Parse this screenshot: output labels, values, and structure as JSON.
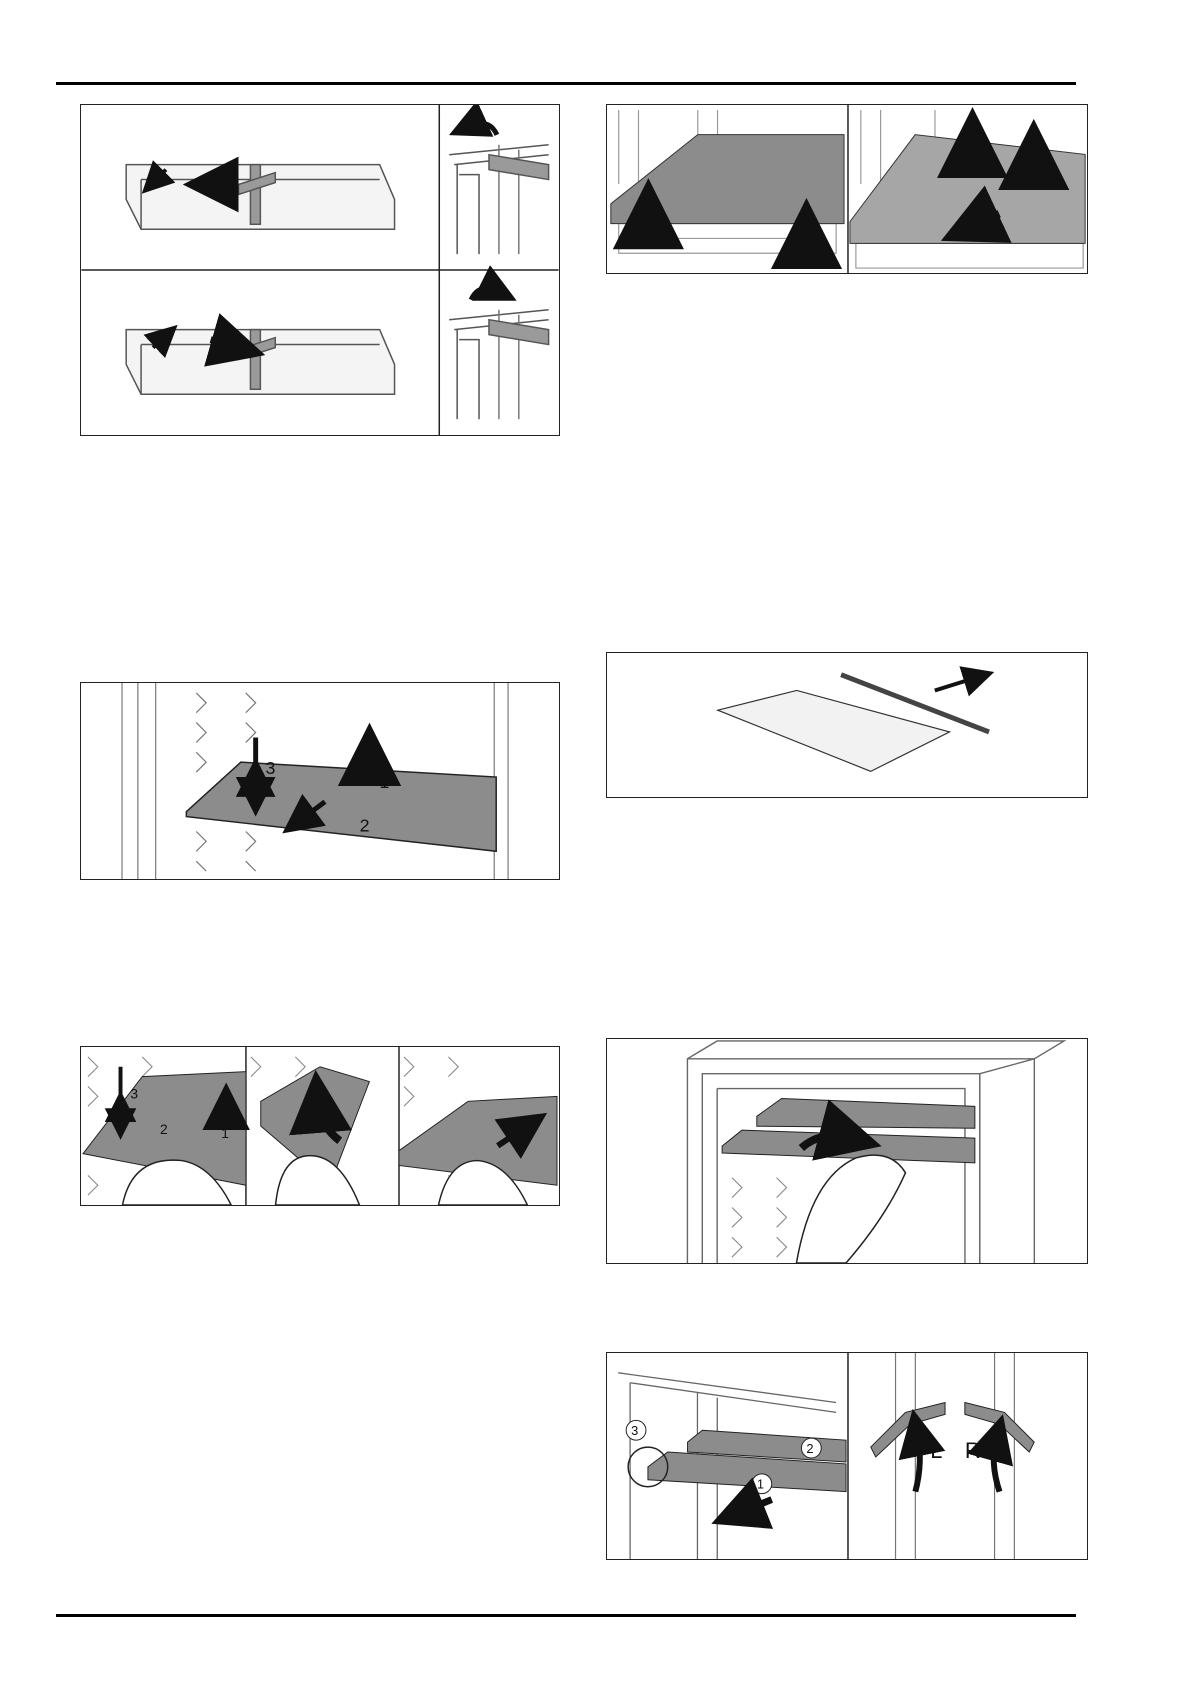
{
  "colors": {
    "rule": "#000000",
    "frame": "#222222",
    "shelf_dark": "#8c8c8c",
    "shelf_mid": "#a6a6a6",
    "arrow": "#111111",
    "line": "#555555"
  },
  "figures": {
    "door_shelf": {
      "icons": [
        "arrow-left-icon",
        "arrow-right-icon",
        "curved-arrow-icon"
      ]
    },
    "glass_shelf_lift": {
      "icons": [
        "arrow-up-icon",
        "arrow-down-left-icon"
      ]
    },
    "shelf_remove": {
      "labels": {
        "step1": "1",
        "step2": "2",
        "step3": "3"
      },
      "icons": [
        "double-arrow-vertical-icon",
        "arrow-up-icon",
        "arrow-down-left-icon"
      ]
    },
    "shelf_edge_trim": {
      "icons": [
        "arrow-up-right-icon"
      ]
    },
    "shelf_hand_sequence": {
      "labels": {
        "step1": "1",
        "step2": "2",
        "step3": "3"
      },
      "icons": [
        "hand-icon",
        "curved-arrow-icon",
        "arrow-up-right-icon"
      ]
    },
    "shelf_insert": {
      "icons": [
        "hand-icon",
        "curved-arrow-icon"
      ]
    },
    "shelf_supports": {
      "labels": {
        "step1": "1",
        "step2": "2",
        "step3": "3",
        "left": "L",
        "right": "R"
      },
      "icons": [
        "arrow-down-left-icon",
        "curved-arrow-icon",
        "magnifier-circle-icon"
      ]
    }
  }
}
